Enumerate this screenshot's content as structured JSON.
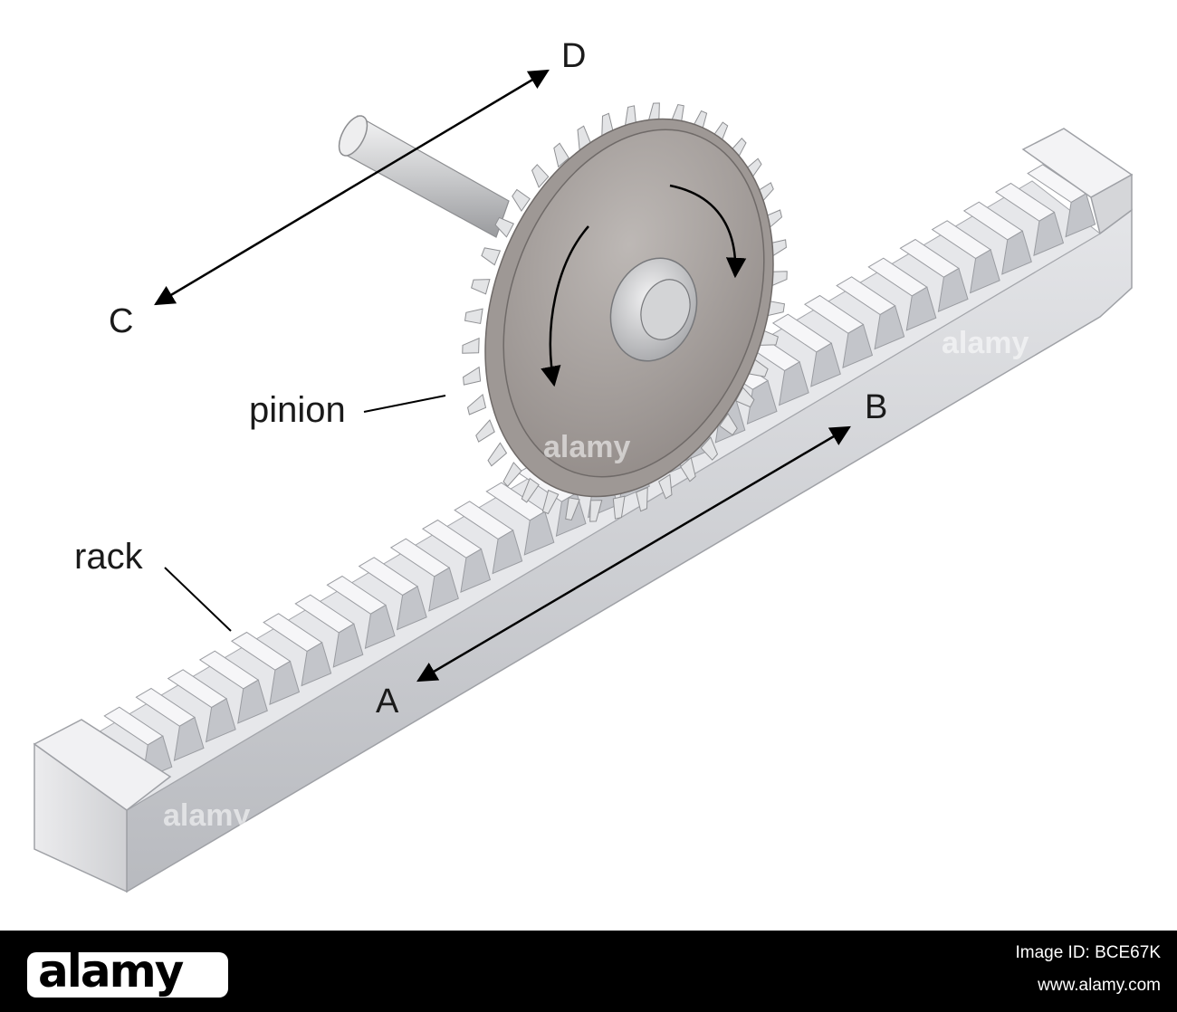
{
  "labels": {
    "pinion": "pinion",
    "rack": "rack",
    "a": "A",
    "b": "B",
    "c": "C",
    "d": "D"
  },
  "watermark": "alamy",
  "footer": {
    "logo": "alamy",
    "image_id": "Image ID: BCE67K",
    "url": "www.alamy.com"
  },
  "colors": {
    "rack_top": "#ebedf0",
    "rack_side": "#c9cbd0",
    "gear_face": "#a7a09d",
    "arrow": "#000000"
  },
  "icons": {
    "logo": "alamy-logo"
  }
}
